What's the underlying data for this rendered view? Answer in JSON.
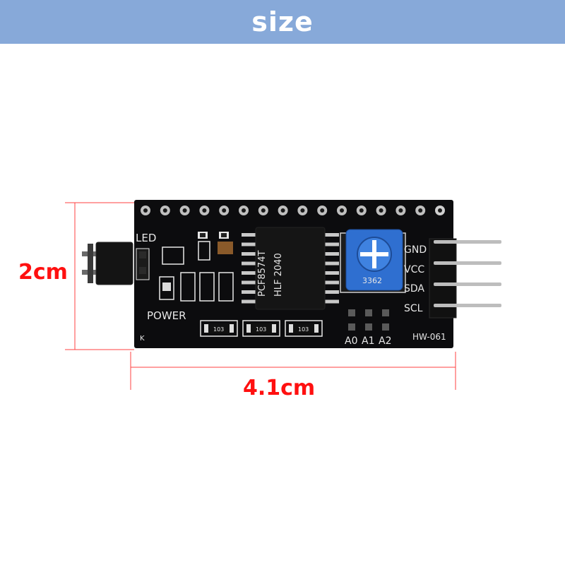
{
  "header": {
    "title": "size"
  },
  "dimensions": {
    "height": "2cm",
    "width": "4.1cm"
  },
  "board": {
    "model": "HW-061",
    "chip_line1": "PCF8574T",
    "chip_line2": "HLF 2040",
    "pot_code": "3362",
    "resistor_code": "103",
    "pins": [
      "GND",
      "VCC",
      "SDA",
      "SCL"
    ],
    "address_pads": [
      "A0",
      "A1",
      "A2"
    ],
    "led_label": "LED",
    "power_label": "POWER",
    "k_label": "K"
  },
  "colors": {
    "banner": "#87a9d9",
    "dimension": "#ff1010",
    "pcb": "#0c0c0e",
    "potentiometer": "#2f6fd0"
  }
}
